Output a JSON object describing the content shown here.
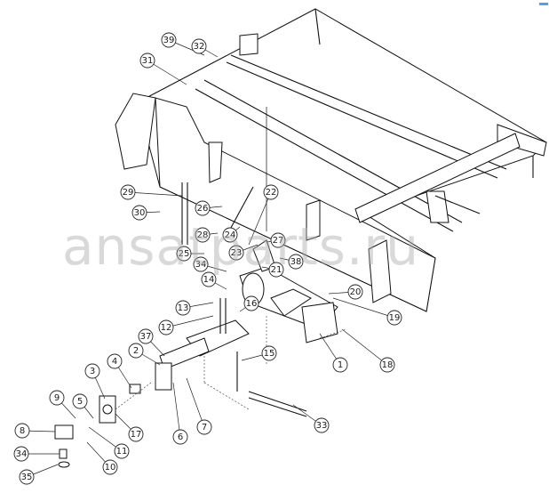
{
  "diagram": {
    "type": "exploded parts diagram",
    "callouts": [
      "39",
      "32",
      "31",
      "29",
      "30",
      "26",
      "22",
      "28",
      "24",
      "23",
      "25",
      "27",
      "38",
      "21",
      "34",
      "14",
      "13",
      "16",
      "12",
      "20",
      "19",
      "37",
      "2",
      "4",
      "3",
      "15",
      "1",
      "18",
      "9",
      "5",
      "17",
      "8",
      "7",
      "6",
      "11",
      "34",
      "10",
      "35",
      "33"
    ],
    "watermark": "ansatparts.ru",
    "accent_color": "#4aa3f0"
  }
}
